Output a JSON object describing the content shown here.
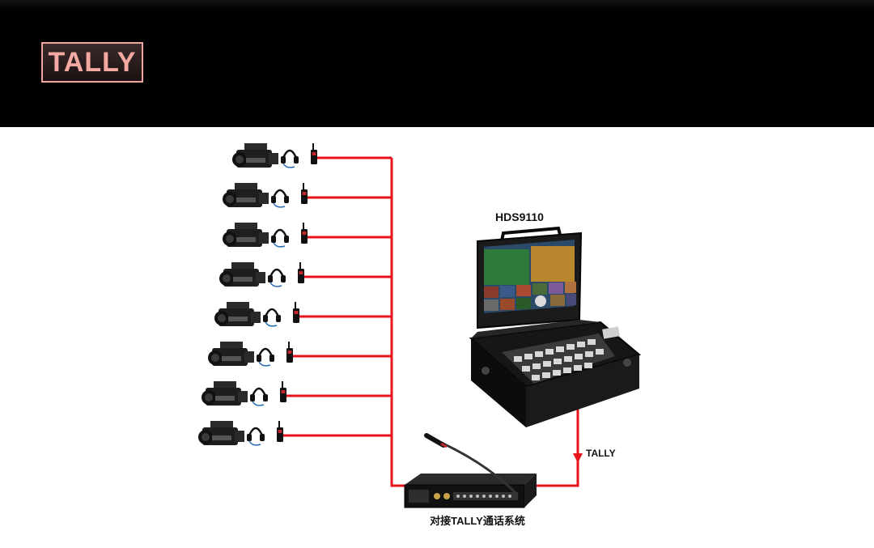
{
  "header": {
    "badge_text": "TALLY"
  },
  "diagram": {
    "switcher_label": "HDS9110",
    "signal_label": "TALLY",
    "intercom_label": "对接TALLY通话系统",
    "camera_station_count": 8,
    "line_color": "#e8141c"
  }
}
